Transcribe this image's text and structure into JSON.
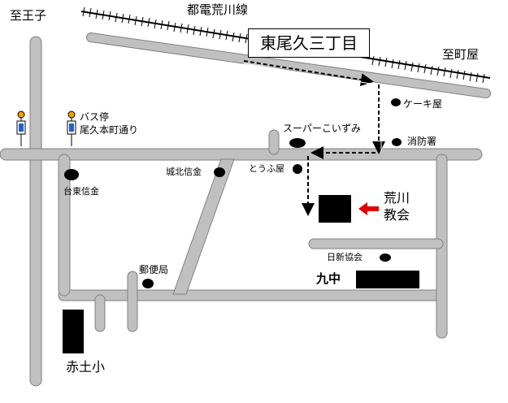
{
  "labels": {
    "to_oji": "至王子",
    "tram_line": "都電荒川線",
    "station": "東尾久三丁目",
    "to_machiya": "至町屋",
    "cake_shop": "ケーキ屋",
    "supermarket": "スーパーこいずみ",
    "fire_station": "消防署",
    "bus_stop": "バス停",
    "bus_stop_street": "尾久本町通り",
    "johoku_shinkin": "城北信金",
    "tofu_shop": "とうふ屋",
    "taito_shinkin": "台東信金",
    "church_line1": "荒川",
    "church_line2": "教会",
    "nisshin_hall": "日新協会",
    "kyuchu": "九中",
    "post_office": "郵便局",
    "akatsuchi_elem": "赤土小"
  },
  "colors": {
    "road": "#c0c0c0",
    "road_edge": "#808080",
    "accent_arrow": "#e00000",
    "ink": "#000000"
  },
  "icons": {
    "bus_stop": "bus-stop-sign-icon",
    "landmark": "landmark-dot-icon",
    "destination_arrow": "red-arrow-icon"
  }
}
